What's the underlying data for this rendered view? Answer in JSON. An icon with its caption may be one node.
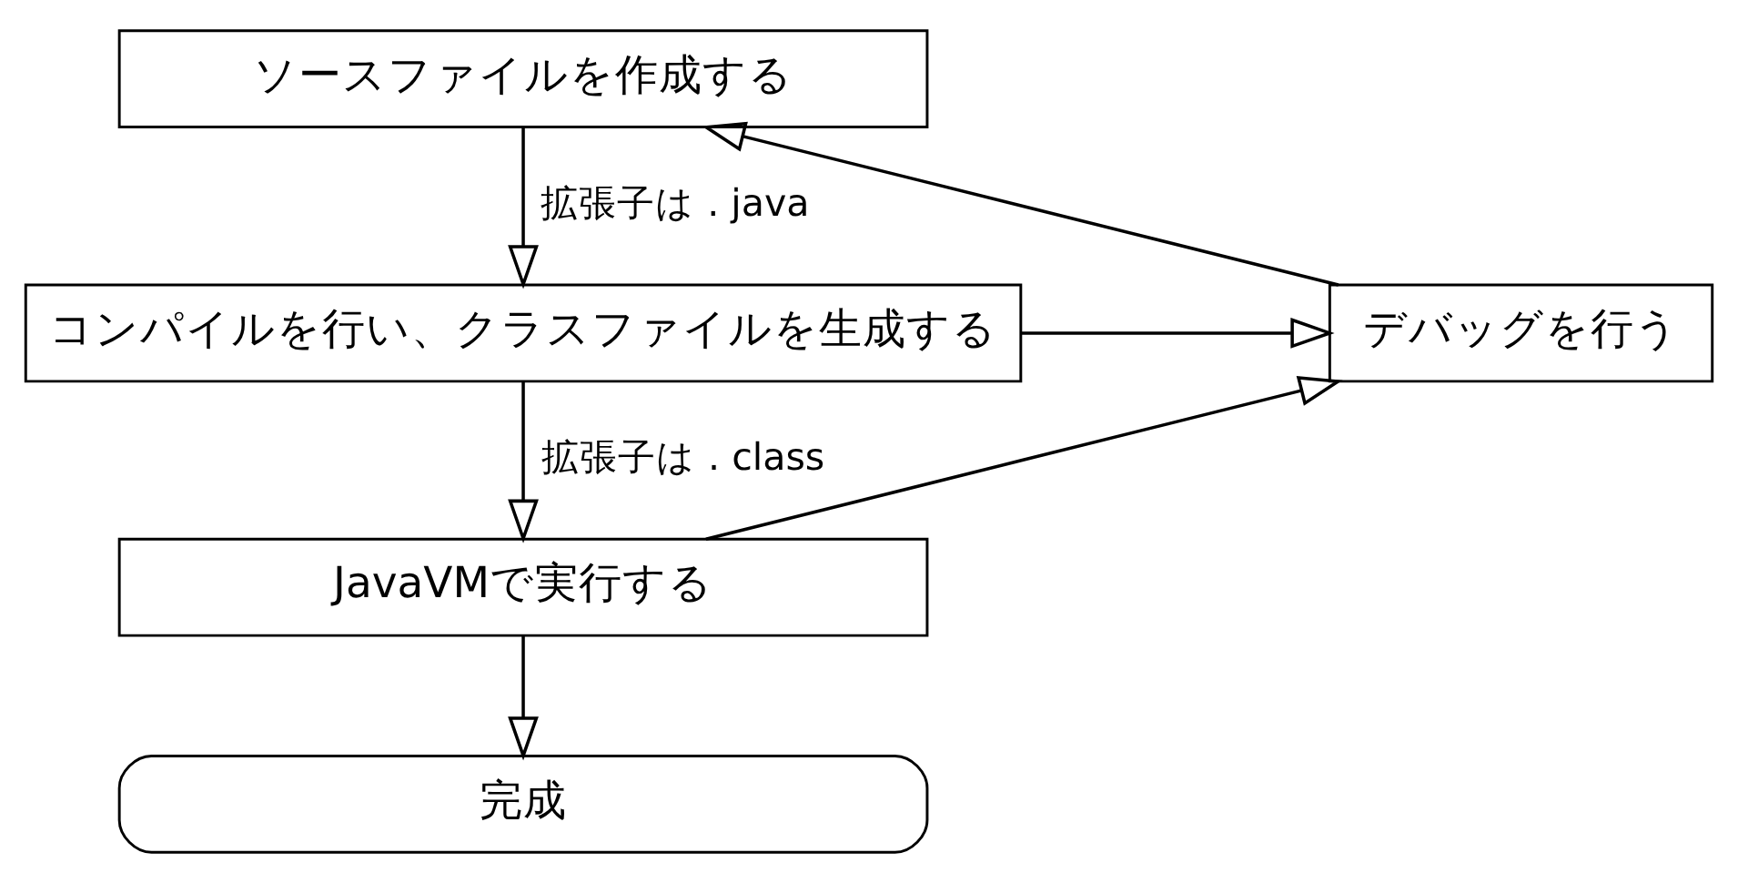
{
  "diagram": {
    "nodes": [
      {
        "text": [
          "ソースファイルを作成する"
        ]
      },
      {
        "text": [
          "コンパイルを行い、クラスファイルを生成する"
        ]
      },
      {
        "text": [
          "JavaVMで実行する"
        ]
      },
      {
        "text": [
          "完成"
        ]
      },
      {
        "text": [
          "デバッグを行う"
        ]
      }
    ],
    "edges": [
      {
        "from": 0,
        "to": 1,
        "arrow": "to",
        "label": "拡張子は . java"
      },
      {
        "from": 1,
        "to": 2,
        "arrow": "to",
        "label": "拡張子は . class"
      },
      {
        "from": 2,
        "to": 3,
        "arrow": "to"
      },
      {
        "from": 1,
        "to": 4,
        "arrow": "to"
      },
      {
        "from": 2,
        "to": 4,
        "arrow": "to"
      },
      {
        "from": 4,
        "to": 0,
        "arrow": "to"
      }
    ]
  }
}
